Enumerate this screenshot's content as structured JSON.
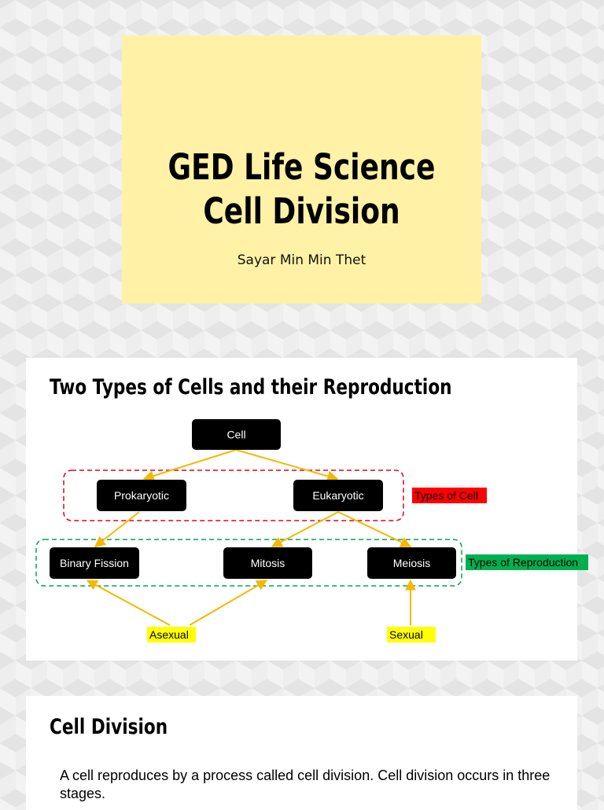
{
  "title_slide": {
    "title_line1": "GED Life Science",
    "title_line2": "Cell Division",
    "author": "Sayar Min Min Thet",
    "background": "#fff2a6"
  },
  "diagram_slide": {
    "heading": "Two Types of Cells and their Reproduction",
    "nodes": {
      "cell": "Cell",
      "prokaryotic": "Prokaryotic",
      "eukaryotic": "Eukaryotic",
      "binary_fission": "Binary Fission",
      "mitosis": "Mitosis",
      "meiosis": "Meiosis"
    },
    "labels": {
      "types_of_cell": "Types of Cell",
      "types_of_reproduction": "Types of Reproduction",
      "asexual": "Asexual",
      "sexual": "Sexual"
    },
    "colors": {
      "arrow": "#f5b800",
      "cell_group_border": "#e8001c",
      "reproduction_group_border": "#00a651",
      "types_of_cell_bg": "#ff0000",
      "types_of_reproduction_bg": "#00b050",
      "asexual_sexual_bg": "#ffff00"
    }
  },
  "text_slide": {
    "heading": "Cell Division",
    "body": "A cell reproduces by a process called cell division. Cell division occurs in three stages."
  }
}
